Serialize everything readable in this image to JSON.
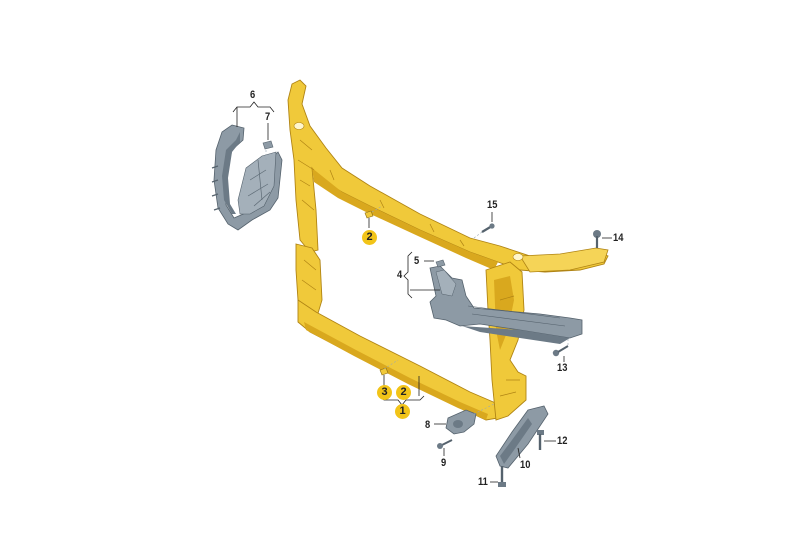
{
  "diagram": {
    "type": "exploded-parts-diagram",
    "subject": "front end carrier / radiator support assembly",
    "colors": {
      "background": "#ffffff",
      "carrier_fill": "#f0c93a",
      "carrier_shade": "#d9a81e",
      "carrier_outline": "#b08414",
      "bracket_fill": "#8d9aa5",
      "bracket_shade": "#6c7a86",
      "badge_fill": "#f2c418",
      "leader_line": "#222222",
      "dashed_line": "#9aa8b2"
    },
    "callouts": [
      {
        "id": "1",
        "label": "1",
        "highlighted": true
      },
      {
        "id": "2a",
        "label": "2",
        "highlighted": true
      },
      {
        "id": "2b",
        "label": "2",
        "highlighted": true
      },
      {
        "id": "3",
        "label": "3",
        "highlighted": true
      },
      {
        "id": "4",
        "label": "4",
        "highlighted": false
      },
      {
        "id": "5",
        "label": "5",
        "highlighted": false
      },
      {
        "id": "6",
        "label": "6",
        "highlighted": false
      },
      {
        "id": "7",
        "label": "7",
        "highlighted": false
      },
      {
        "id": "8",
        "label": "8",
        "highlighted": false
      },
      {
        "id": "9",
        "label": "9",
        "highlighted": false
      },
      {
        "id": "10",
        "label": "10",
        "highlighted": false
      },
      {
        "id": "11",
        "label": "11",
        "highlighted": false
      },
      {
        "id": "12",
        "label": "12",
        "highlighted": false
      },
      {
        "id": "13",
        "label": "13",
        "highlighted": false
      },
      {
        "id": "14",
        "label": "14",
        "highlighted": false
      },
      {
        "id": "15",
        "label": "15",
        "highlighted": false
      }
    ],
    "labels": {
      "c1": "1",
      "c2a": "2",
      "c2b": "2",
      "c3": "3",
      "c4": "4",
      "c5": "5",
      "c6": "6",
      "c7": "7",
      "c8": "8",
      "c9": "9",
      "c10": "10",
      "c11": "11",
      "c12": "12",
      "c13": "13",
      "c14": "14",
      "c15": "15"
    }
  }
}
